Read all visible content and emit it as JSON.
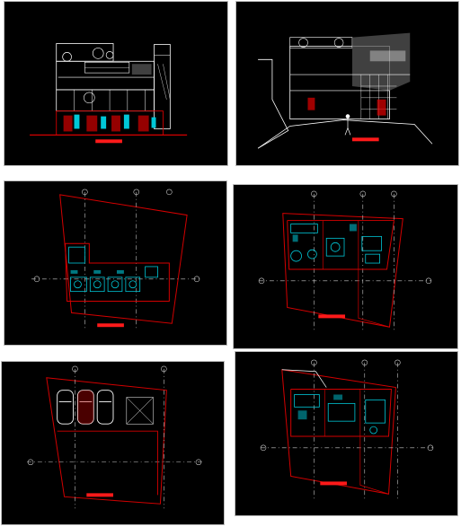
{
  "drawing_set": {
    "sheets": [
      {
        "id": "front-elevation"
      },
      {
        "id": "side-elevation"
      },
      {
        "id": "ground-floor-plan"
      },
      {
        "id": "first-floor-plan"
      },
      {
        "id": "parking-plan"
      },
      {
        "id": "upper-floor-plan"
      }
    ]
  },
  "colors": {
    "background": "#000000",
    "sheet_border": "#bdbdbd",
    "wall": "#d40000",
    "furniture": "#00c8d8",
    "lines": "#ffffff",
    "axis": "#c8c8c8",
    "title_bar": "#ff1a1a"
  }
}
